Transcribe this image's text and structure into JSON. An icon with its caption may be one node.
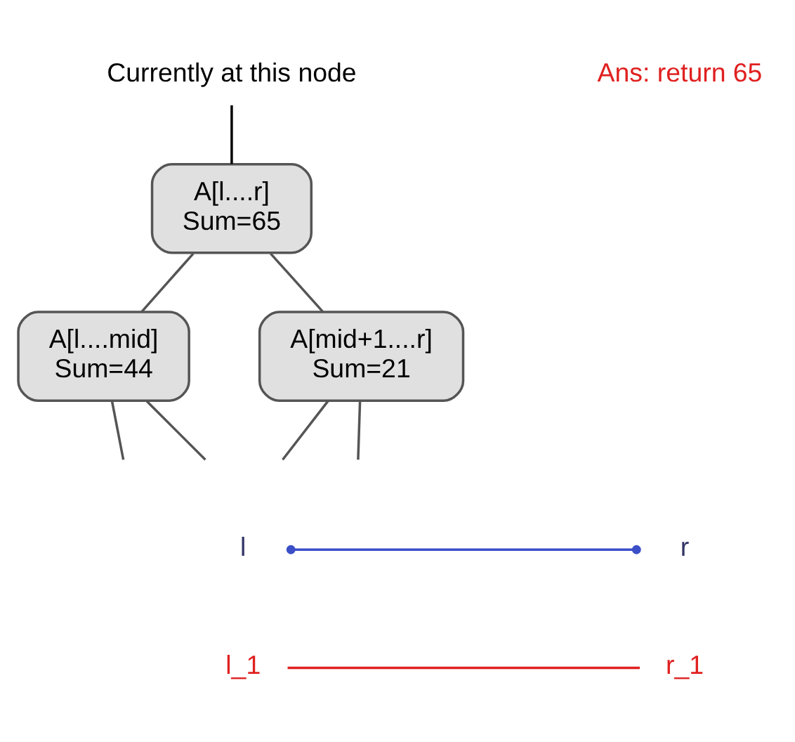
{
  "diagram": {
    "nodes": [
      {
        "text": [
          "Currently at this node"
        ]
      },
      {
        "text": [
          "A[l....r]",
          "Sum=65"
        ]
      },
      {
        "text": [
          "A[l....mid]",
          "Sum=44"
        ]
      },
      {
        "text": [
          "A[mid+1....r]",
          "Sum=21"
        ]
      },
      {
        "text": [
          "l"
        ]
      },
      {
        "text": [
          "r"
        ]
      },
      {
        "text": [
          "l_1"
        ]
      },
      {
        "text": [
          "r_1"
        ]
      }
    ],
    "edges": [
      {
        "from": 0,
        "to": 1,
        "arrow": "none",
        "color": "#000000"
      },
      {
        "from": 1,
        "to": 2,
        "arrow": "none"
      },
      {
        "from": 1,
        "to": 3,
        "arrow": "none"
      },
      {
        "from": 2,
        "to": null,
        "arrow": "none"
      },
      {
        "from": 2,
        "to": null,
        "arrow": "none"
      },
      {
        "from": 3,
        "to": null,
        "arrow": "none"
      },
      {
        "from": 3,
        "to": null,
        "arrow": "none"
      },
      {
        "from": 4,
        "to": 5,
        "arrow": "other",
        "color": "#3b4fc8"
      },
      {
        "from": 6,
        "to": 7,
        "arrow": "none",
        "color": "#e02020"
      }
    ],
    "labels": [
      "Ans: return 65"
    ]
  }
}
